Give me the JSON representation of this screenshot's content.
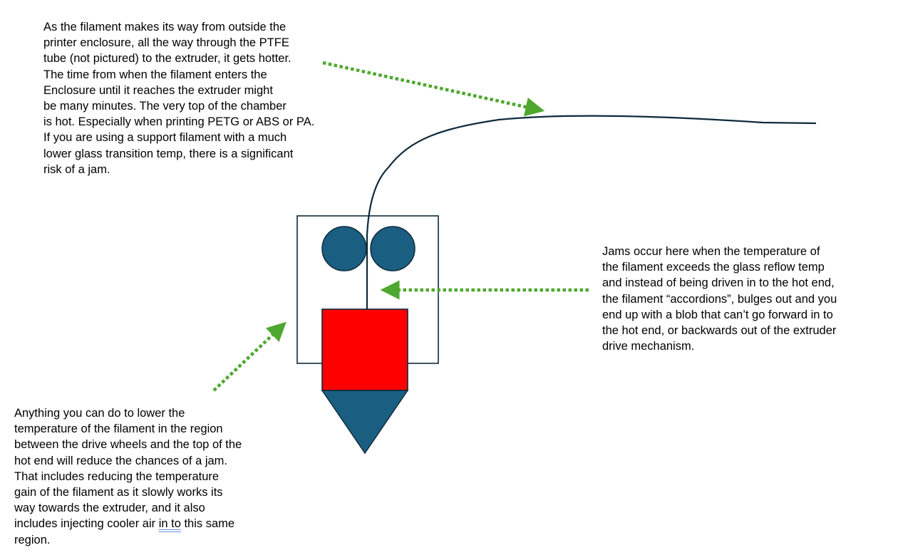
{
  "colors": {
    "filament": "#0e2a3b",
    "drive_wheel": "#1a5f82",
    "hot_end": "#ff0000",
    "nozzle": "#1a5f82",
    "arrow": "#4ea72e",
    "outline": "#0e2a3b"
  },
  "notes": {
    "top": {
      "lines": [
        "As the filament makes its way from outside the",
        "printer enclosure, all the way through the PTFE",
        "tube (not pictured) to the extruder, it gets hotter.",
        "The time from when the filament enters the",
        "Enclosure until it reaches the extruder might",
        "be many minutes. The very top of the chamber",
        "is hot. Especially when printing PETG or ABS or PA.",
        "If you are using a support filament with a much",
        "lower glass transition temp, there is a significant",
        "risk of a jam."
      ]
    },
    "right": {
      "lines": [
        "Jams occur here when the temperature of",
        "the filament exceeds the glass reflow temp",
        "and instead of being driven in to the hot end,",
        "the filament “accordions”, bulges out and you",
        "end up with a blob that can’t go forward in to",
        "the hot end, or backwards out of the extruder",
        "drive mechanism."
      ]
    },
    "bottom": {
      "lines": [
        "Anything you can do to lower the",
        "temperature of the filament in the region",
        "between the drive wheels and the top of the",
        "hot end will reduce the chances of a jam.",
        "That includes reducing the temperature",
        "gain of the filament as it slowly works its",
        "way towards the extruder, and it also"
      ],
      "line8_before": "includes injecting cooler air ",
      "line8_underlined": "in to",
      "line8_after": " this same",
      "line9": "region."
    }
  }
}
